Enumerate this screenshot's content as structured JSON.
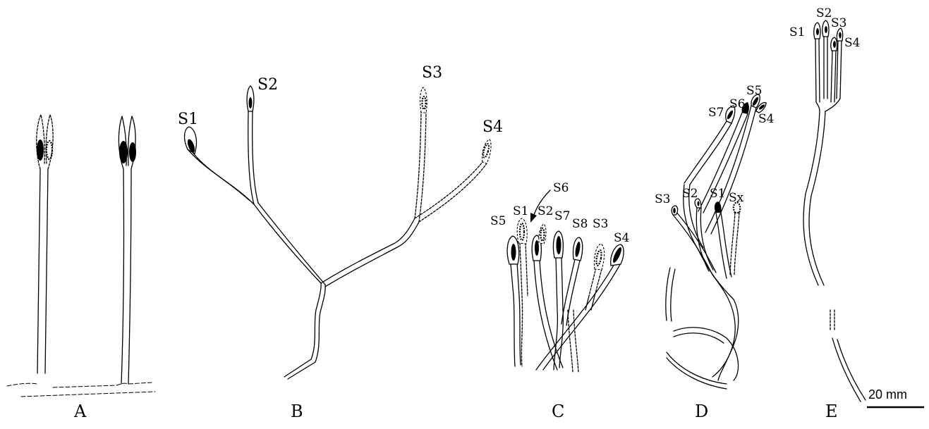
{
  "figure": {
    "panels": [
      {
        "id": "A",
        "label": "A",
        "sporangia": []
      },
      {
        "id": "B",
        "label": "B",
        "sporangia": [
          "S1",
          "S2",
          "S3",
          "S4"
        ]
      },
      {
        "id": "C",
        "label": "C",
        "sporangia": [
          "S1",
          "S2",
          "S3",
          "S4",
          "S5",
          "S6",
          "S7",
          "S8"
        ]
      },
      {
        "id": "D",
        "label": "D",
        "sporangia": [
          "S1",
          "S2",
          "S3",
          "S4",
          "S5",
          "S6",
          "S7",
          "Sx"
        ]
      },
      {
        "id": "E",
        "label": "E",
        "sporangia": [
          "S1",
          "S2",
          "S3",
          "S4"
        ]
      }
    ],
    "scale_bar": {
      "label": "20 mm"
    }
  }
}
